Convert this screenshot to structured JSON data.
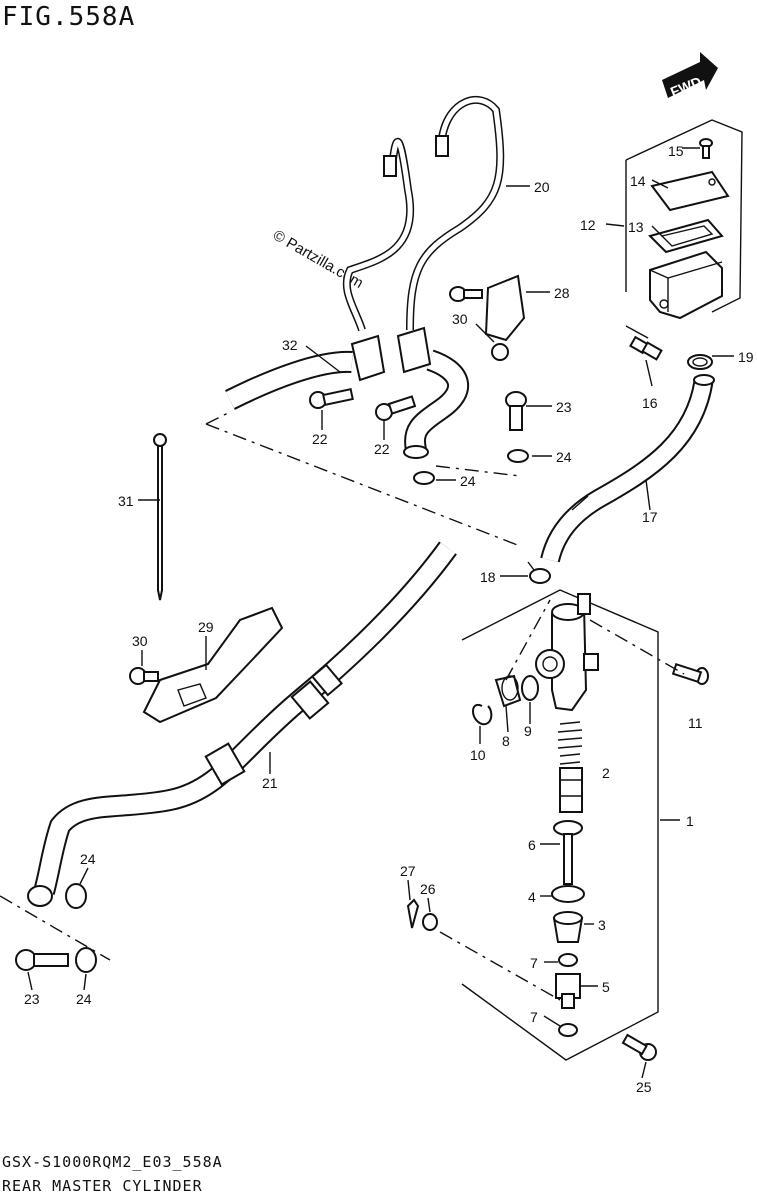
{
  "page": {
    "figure_title": "FIG.558A",
    "footer_code": "GSX-S1000RQM2_E03_558A",
    "footer_caption": "REAR MASTER CYLINDER",
    "watermark": "© Partzilla.com",
    "fwd_label": "FWD"
  },
  "callouts": [
    {
      "id": "c1",
      "label": "1"
    },
    {
      "id": "c2",
      "label": "2"
    },
    {
      "id": "c3",
      "label": "3"
    },
    {
      "id": "c4",
      "label": "4"
    },
    {
      "id": "c5",
      "label": "5"
    },
    {
      "id": "c6",
      "label": "6"
    },
    {
      "id": "c7a",
      "label": "7"
    },
    {
      "id": "c7b",
      "label": "7"
    },
    {
      "id": "c8",
      "label": "8"
    },
    {
      "id": "c9",
      "label": "9"
    },
    {
      "id": "c10",
      "label": "10"
    },
    {
      "id": "c11",
      "label": "11"
    },
    {
      "id": "c12",
      "label": "12"
    },
    {
      "id": "c13",
      "label": "13"
    },
    {
      "id": "c14",
      "label": "14"
    },
    {
      "id": "c15",
      "label": "15"
    },
    {
      "id": "c16",
      "label": "16"
    },
    {
      "id": "c17",
      "label": "17"
    },
    {
      "id": "c18",
      "label": "18"
    },
    {
      "id": "c19",
      "label": "19"
    },
    {
      "id": "c20",
      "label": "20"
    },
    {
      "id": "c21",
      "label": "21"
    },
    {
      "id": "c22a",
      "label": "22"
    },
    {
      "id": "c22b",
      "label": "22"
    },
    {
      "id": "c23a",
      "label": "23"
    },
    {
      "id": "c23b",
      "label": "23"
    },
    {
      "id": "c24a",
      "label": "24"
    },
    {
      "id": "c24b",
      "label": "24"
    },
    {
      "id": "c24c",
      "label": "24"
    },
    {
      "id": "c24d",
      "label": "24"
    },
    {
      "id": "c25",
      "label": "25"
    },
    {
      "id": "c26",
      "label": "26"
    },
    {
      "id": "c27",
      "label": "27"
    },
    {
      "id": "c28",
      "label": "28"
    },
    {
      "id": "c29",
      "label": "29"
    },
    {
      "id": "c30a",
      "label": "30"
    },
    {
      "id": "c30b",
      "label": "30"
    },
    {
      "id": "c31",
      "label": "31"
    },
    {
      "id": "c32",
      "label": "32"
    }
  ]
}
